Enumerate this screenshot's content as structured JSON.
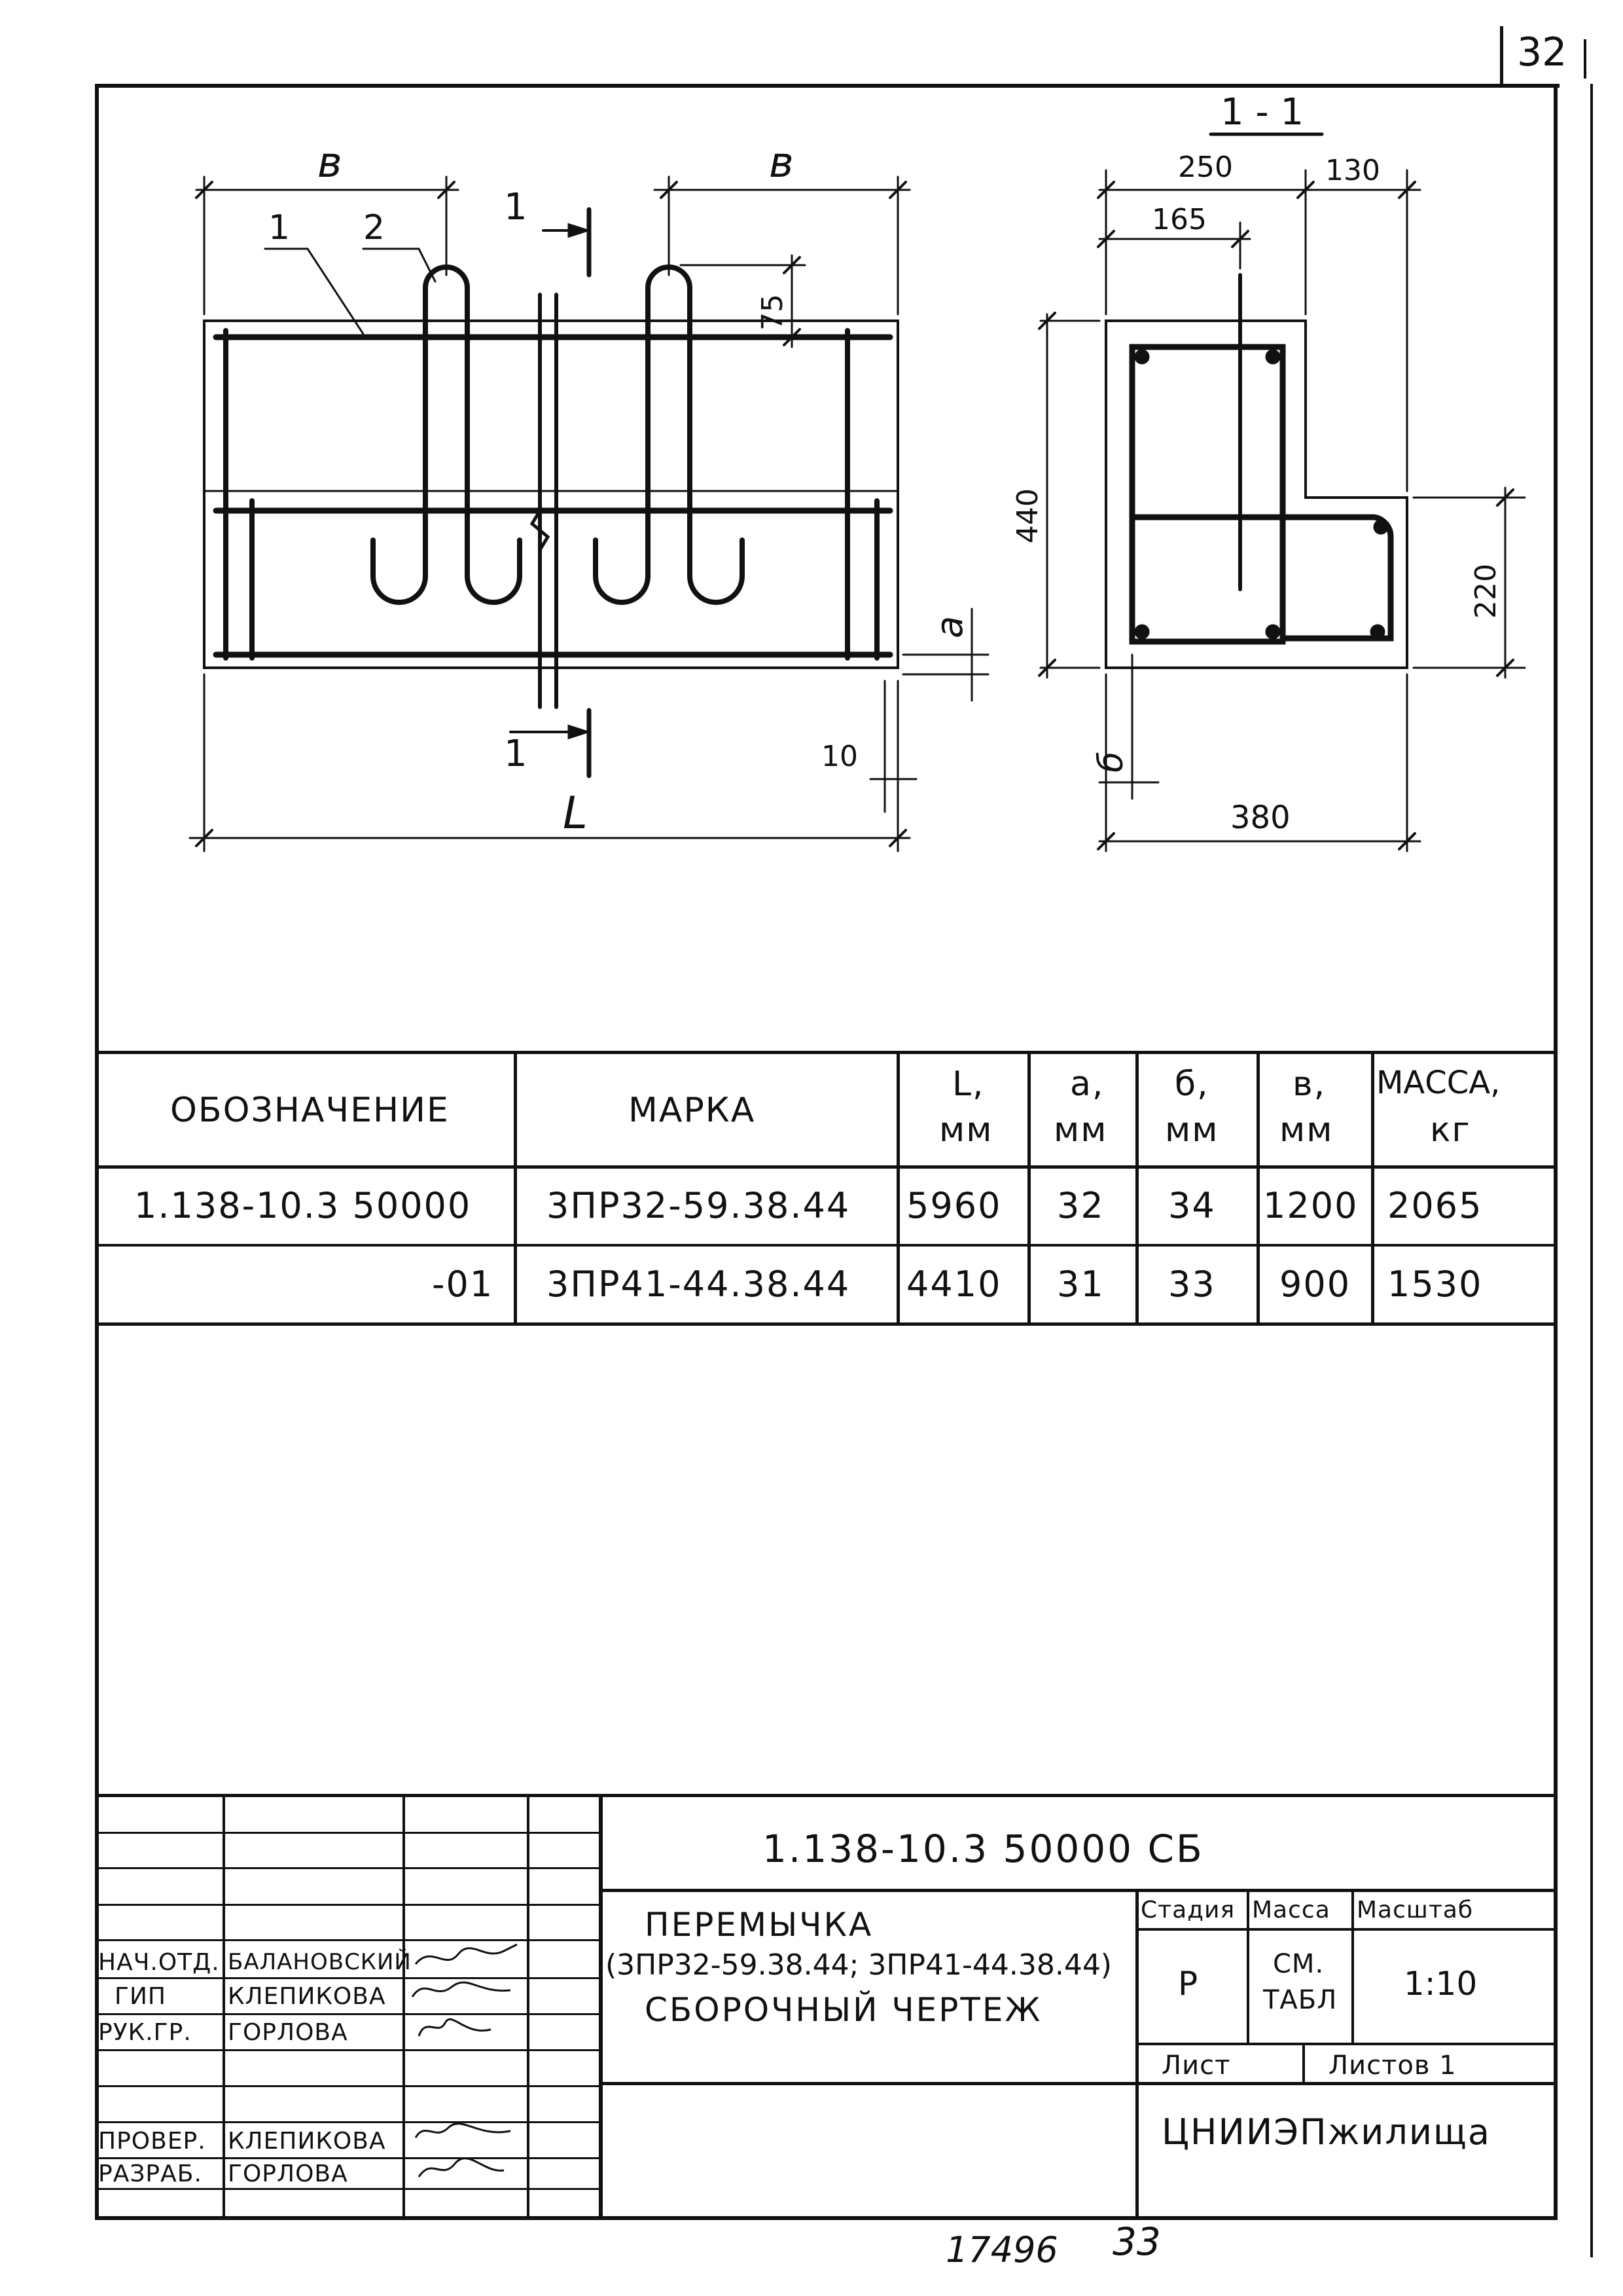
{
  "sheet": {
    "page_number": "32",
    "bottom_left_number": "17496",
    "bottom_right_number": "33"
  },
  "drawing": {
    "section_title": "1 - 1",
    "dim_b_left": "в",
    "dim_b_right": "в",
    "callout_1": "1",
    "callout_2": "2",
    "section_mark_top": "1",
    "section_mark_bottom": "1",
    "dim_75": "75",
    "dim_a": "a",
    "dim_10": "10",
    "dim_L": "L",
    "dim_250": "250",
    "dim_130": "130",
    "dim_165": "165",
    "dim_440": "440",
    "dim_220": "220",
    "dim_delta": "б",
    "dim_380": "380"
  },
  "spec_table": {
    "headers": [
      {
        "line1": "ОБОЗНАЧЕНИЕ",
        "line2": ""
      },
      {
        "line1": "МАРКА",
        "line2": ""
      },
      {
        "line1": "L,",
        "line2": "мм"
      },
      {
        "line1": "a,",
        "line2": "мм"
      },
      {
        "line1": "б,",
        "line2": "мм"
      },
      {
        "line1": "в,",
        "line2": "мм"
      },
      {
        "line1": "МАССА,",
        "line2": "кг"
      }
    ],
    "rows": [
      [
        "1.138-10.3 50000",
        "3ПР32-59.38.44",
        "5960",
        "32",
        "34",
        "1200",
        "2065"
      ],
      [
        "-01",
        "3ПР41-44.38.44",
        "4410",
        "31",
        "33",
        "900",
        "1530"
      ]
    ]
  },
  "title_block": {
    "doc_code": "1.138-10.3  50000 СБ",
    "title_line1": "ПЕРЕМЫЧКА",
    "title_line2": "(3ПР32-59.38.44; 3ПР41-44.38.44)",
    "title_line3": "СБОРОЧНЫЙ ЧЕРТЕЖ",
    "stage_label": "Стадия",
    "mass_label": "Масса",
    "scale_label": "Масштаб",
    "stage_value": "Р",
    "mass_value_1": "СМ.",
    "mass_value_2": "ТАБЛ",
    "scale_value": "1:10",
    "sheet_label": "Лист",
    "sheets_label": "Листов 1",
    "organization": "ЦНИИЭПжилища",
    "roles": [
      {
        "role": "НАЧ.ОТД.",
        "name": "БАЛАНОВСКИЙ"
      },
      {
        "role": "ГИП",
        "name": "КЛЕПИКОВА"
      },
      {
        "role": "РУК.ГР.",
        "name": "ГОРЛОВА"
      },
      {
        "role": "ПРОВЕР.",
        "name": "КЛЕПИКОВА"
      },
      {
        "role": "РАЗРАБ.",
        "name": "ГОРЛОВА"
      }
    ]
  }
}
